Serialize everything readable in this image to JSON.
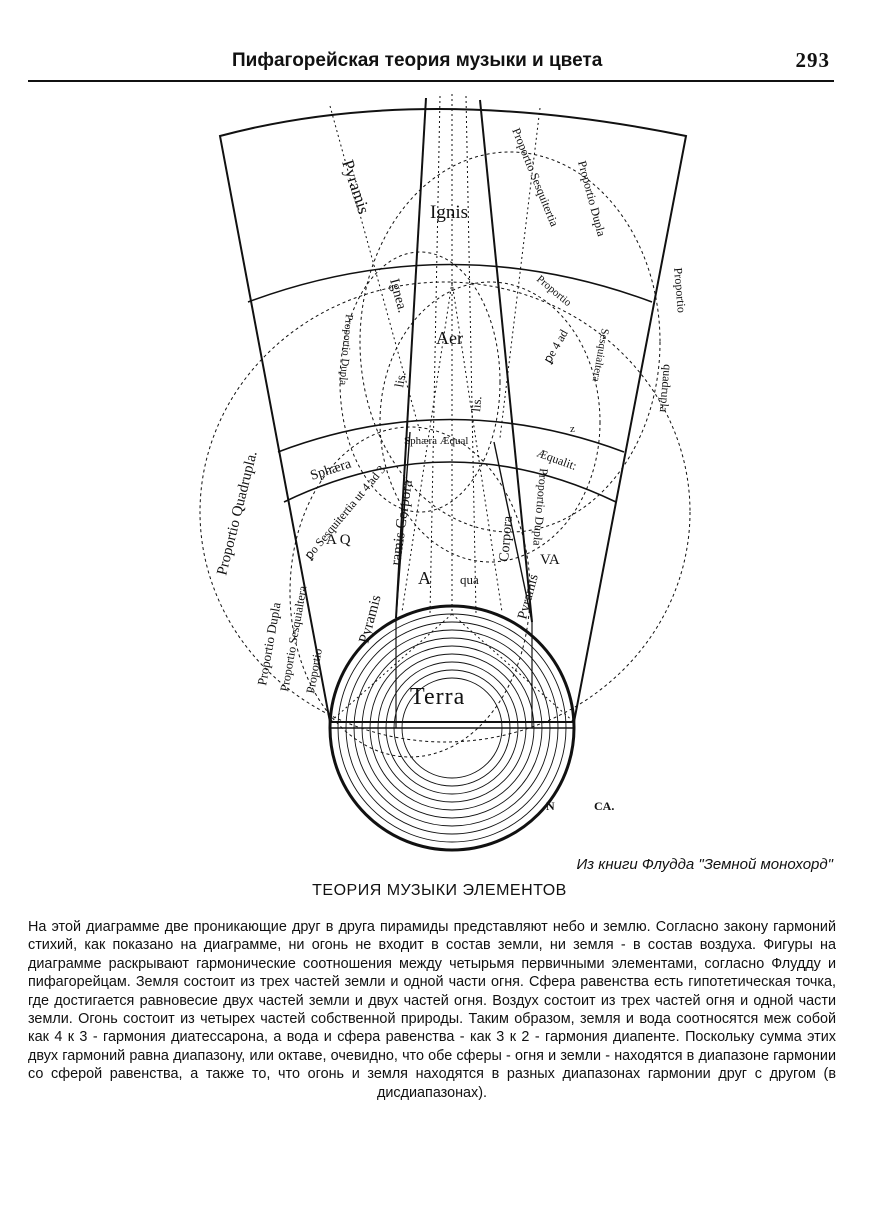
{
  "header": {
    "title": "Пифагорейская теория музыки и цвета",
    "page_number": "293"
  },
  "figure": {
    "labels": {
      "ignis": "Ignis",
      "aer": "Aer",
      "aqua_a": "A",
      "aqua_qua": "qua",
      "terra": "Terra",
      "pyramis": "Pyramis",
      "ignea": "Ignea.",
      "lis_left": "lis.",
      "lis_right": "lis.",
      "sphaera": "Sphæra",
      "sphaera_aequal": "Sphæra Æqual",
      "aequalit": "Æqualit:",
      "proportio_sesquitertia": "Proportio Sesquitertia",
      "proportio_dupla_top": "Proportio Dupla",
      "proportio_right_top": "Proportio",
      "proportio_middle": "Proportio",
      "sesquialtera_middle": "Sesquialtera",
      "pe_4_ad": "ꝑe 4 ad",
      "z_2": "z",
      "proportio_dupla_inner": "Proportio Dupla",
      "quadrupla_right": "quadrupla",
      "proportio_quadrupla": "Proportio Quadrupla.",
      "proportio_dupla_outer": "Proportio Dupla",
      "proportio_sesquialtera": "Proportio Sesquialtera",
      "sesquitertia_ut": "ꝑo Sesquitertia ut 4 ad 3",
      "proportio_lower": "Proportio",
      "pyramis_corpora_left": "ramis Corpora",
      "pyramis_corpora_left2": "Pyramis",
      "corpora_right": "Corpora",
      "pyramis_right": "Pyramis",
      "proportio_dupla_right": "Proportio Dupla",
      "va": "VA",
      "a_q": "A Q",
      "n": "N",
      "ca": "CA."
    }
  },
  "caption": "Из книги Флудда \"Земной монохорд\"",
  "section_heading": "ТЕОРИЯ МУЗЫКИ ЭЛЕМЕНТОВ",
  "body_text": "На этой диаграмме две проникающие друг в друга пирамиды представляют небо и землю. Согласно закону гармоний стихий, как показано на диаграмме, ни огонь не входит в состав земли, ни земля - в состав воздуха. Фигуры на диаграмме раскрывают гармонические соотношения между четырьмя первичными элементами, согласно Флудду и пифагорейцам. Земля состоит из трех частей земли и одной части огня. Сфера равенства есть гипотетическая точка, где достигается равновесие двух частей земли и двух частей огня. Воздух состоит из трех частей огня и одной части земли. Огонь состоит из четырех частей собственной природы. Таким образом, земля и вода соотносятся меж собой как 4 к 3 - гармония диатессарона, а вода и сфера равенства - как 3 к 2 - гармония диапенте. Поскольку сумма этих двух гармоний равна диапазону, или октаве, очевидно, что обе сферы - огня и земли - находятся в диапазоне гармонии со сферой равенства, а также то, что огонь и земля находятся в разных диапазонах гармонии друг с другом (в дисдиапазонах)."
}
